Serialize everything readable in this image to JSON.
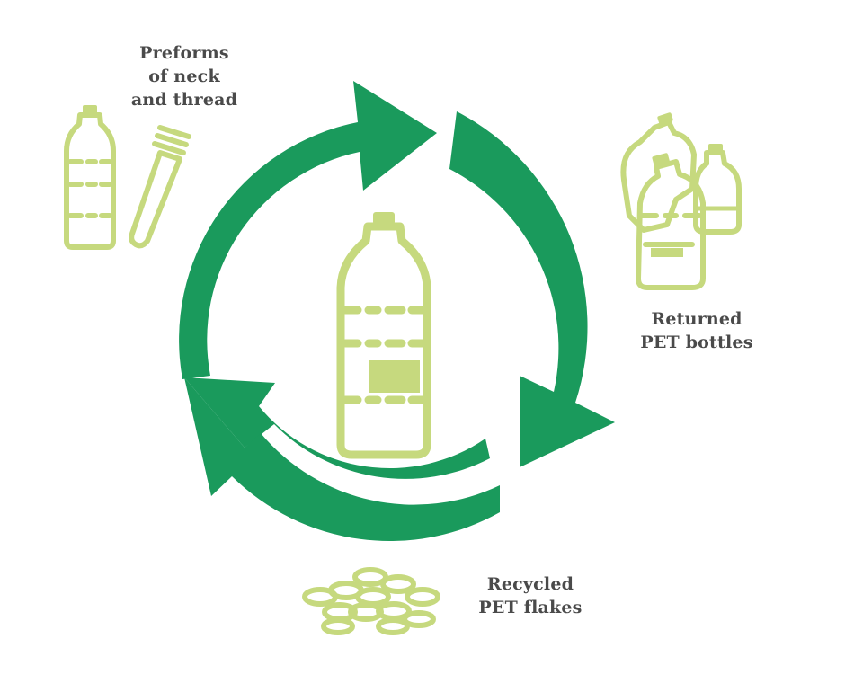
{
  "labels": {
    "preforms": [
      "Preforms",
      "of neck",
      "and thread"
    ],
    "returned": [
      "Returned",
      "PET bottles"
    ],
    "flakes": [
      "Recycled",
      "PET flakes"
    ]
  },
  "colors": {
    "arrow": "#1a9a5c",
    "illustration": "#c6d97e",
    "text": "#4a4a4a"
  },
  "icons": {
    "center": "plastic-bottle-icon",
    "preforms": [
      "bottle-icon",
      "preform-tube-icon"
    ],
    "returned": "crushed-bottles-icon",
    "flakes": "pet-flakes-icon"
  }
}
